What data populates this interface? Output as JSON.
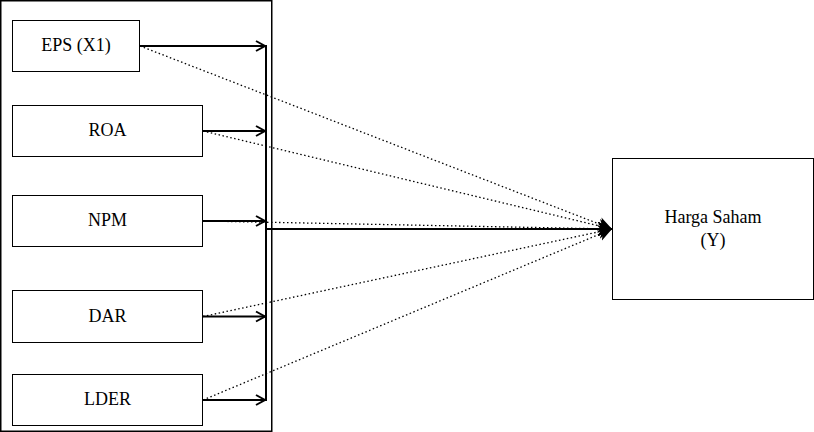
{
  "diagram": {
    "nodes": [
      {
        "text": [
          "EPS (X1)"
        ]
      },
      {
        "text": [
          "ROA"
        ]
      },
      {
        "text": [
          "NPM"
        ]
      },
      {
        "text": [
          "DAR"
        ]
      },
      {
        "text": [
          "LDER"
        ]
      },
      {
        "text": [
          "Harga Saham (Y)"
        ]
      }
    ],
    "edges": [
      {
        "from": 0,
        "to": 5,
        "arrow": "to"
      },
      {
        "from": 1,
        "to": 5,
        "arrow": "to"
      },
      {
        "from": 2,
        "to": 5,
        "arrow": "to"
      },
      {
        "from": 3,
        "to": 5,
        "arrow": "to"
      },
      {
        "from": 4,
        "to": 5,
        "arrow": "to"
      },
      {
        "from": 0,
        "to": 5,
        "arrow": "to"
      },
      {
        "from": 1,
        "to": 5,
        "arrow": "to"
      },
      {
        "from": 2,
        "to": 5,
        "arrow": "to"
      },
      {
        "from": 3,
        "to": 5,
        "arrow": "to"
      },
      {
        "from": 4,
        "to": 5,
        "arrow": "to"
      }
    ]
  }
}
